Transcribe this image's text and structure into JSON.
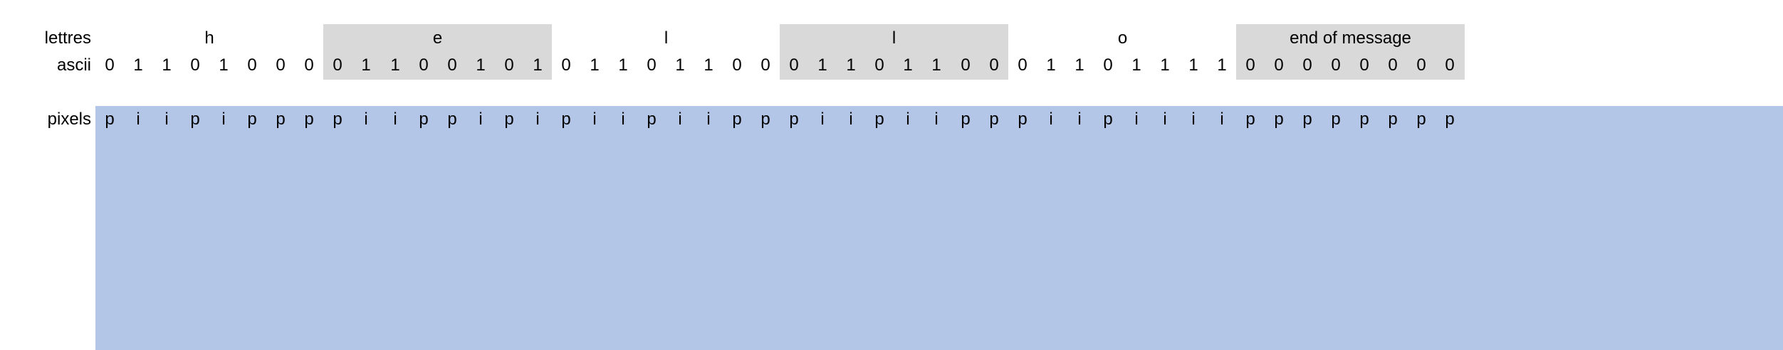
{
  "labels": {
    "lettres": "lettres",
    "ascii": "ascii",
    "pixels": "pixels"
  },
  "letters": [
    {
      "text": "h",
      "shaded": false
    },
    {
      "text": "e",
      "shaded": true
    },
    {
      "text": "l",
      "shaded": false
    },
    {
      "text": "l",
      "shaded": true
    },
    {
      "text": "o",
      "shaded": false
    },
    {
      "text": "end of message",
      "shaded": true
    }
  ],
  "ascii_bits": [
    [
      "0",
      "1",
      "1",
      "0",
      "1",
      "0",
      "0",
      "0"
    ],
    [
      "0",
      "1",
      "1",
      "0",
      "0",
      "1",
      "0",
      "1"
    ],
    [
      "0",
      "1",
      "1",
      "0",
      "1",
      "1",
      "0",
      "0"
    ],
    [
      "0",
      "1",
      "1",
      "0",
      "1",
      "1",
      "0",
      "0"
    ],
    [
      "0",
      "1",
      "1",
      "0",
      "1",
      "1",
      "1",
      "1"
    ],
    [
      "0",
      "0",
      "0",
      "0",
      "0",
      "0",
      "0",
      "0"
    ]
  ],
  "pixels": [
    "p",
    "i",
    "i",
    "p",
    "i",
    "p",
    "p",
    "p",
    "p",
    "i",
    "i",
    "p",
    "p",
    "i",
    "p",
    "i",
    "p",
    "i",
    "i",
    "p",
    "i",
    "i",
    "p",
    "p",
    "p",
    "i",
    "i",
    "p",
    "i",
    "i",
    "p",
    "p",
    "p",
    "i",
    "i",
    "p",
    "i",
    "i",
    "i",
    "i",
    "p",
    "p",
    "p",
    "p",
    "p",
    "p",
    "p",
    "p"
  ],
  "colors": {
    "shaded_block": "#d9d9d9",
    "pixel_area": "#b4c6e7"
  }
}
